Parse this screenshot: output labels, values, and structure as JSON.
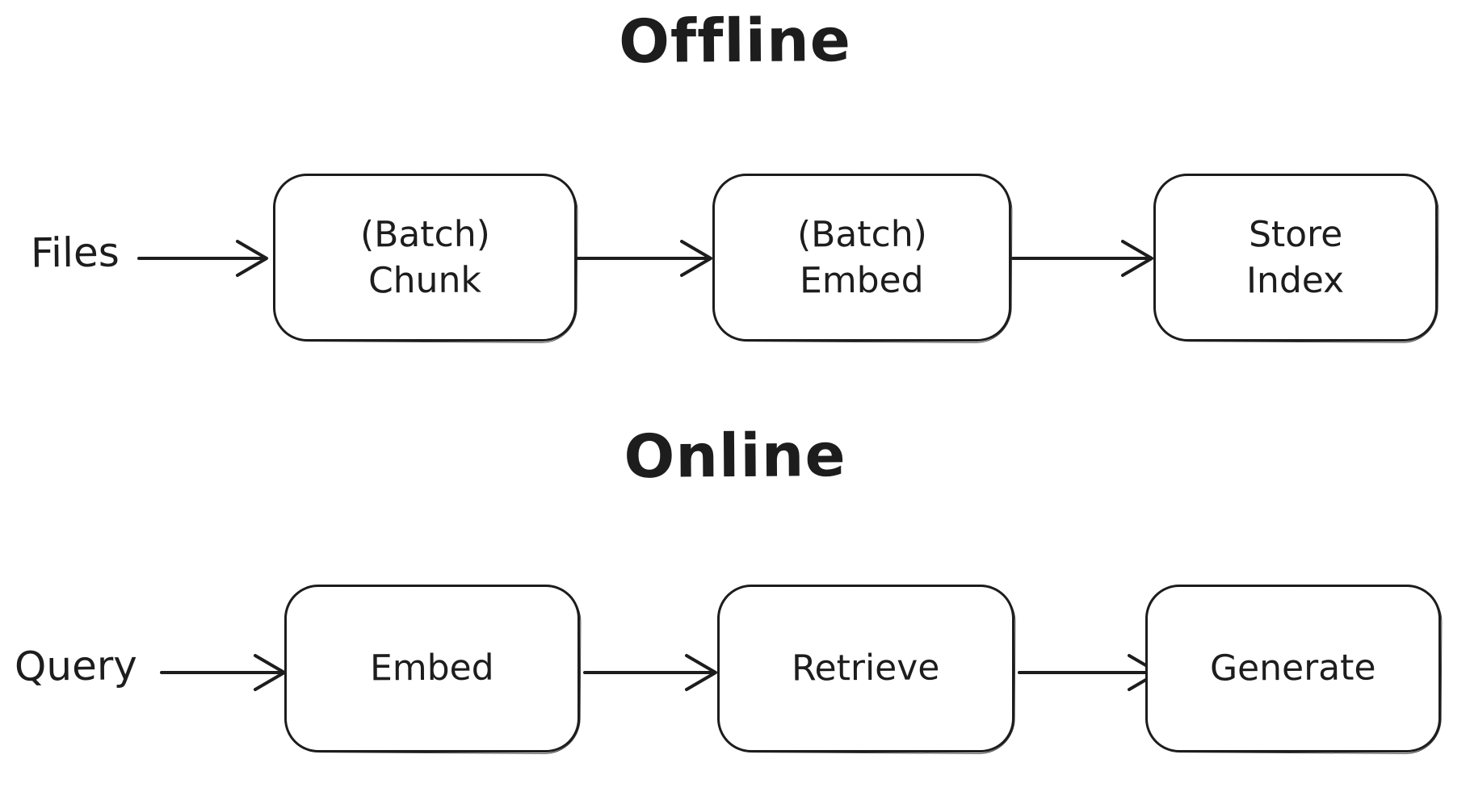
{
  "colors": {
    "ink": "#1d1d1d",
    "background": "#ffffff"
  },
  "diagram": {
    "type": "flowchart",
    "style": "hand-drawn",
    "sections": {
      "offline": {
        "title": "Offline",
        "source_label": "Files",
        "steps": [
          {
            "line1": "(Batch)",
            "line2": "Chunk"
          },
          {
            "line1": "(Batch)",
            "line2": "Embed"
          },
          {
            "line1": "Store",
            "line2": "Index"
          }
        ],
        "edges": [
          "Files -> (Batch) Chunk",
          "(Batch) Chunk -> (Batch) Embed",
          "(Batch) Embed -> Store Index"
        ]
      },
      "online": {
        "title": "Online",
        "source_label": "Query",
        "steps": [
          {
            "line1": "Embed",
            "line2": ""
          },
          {
            "line1": "Retrieve",
            "line2": ""
          },
          {
            "line1": "Generate",
            "line2": ""
          }
        ],
        "edges": [
          "Query -> Embed",
          "Embed -> Retrieve",
          "Retrieve -> Generate"
        ]
      }
    }
  }
}
